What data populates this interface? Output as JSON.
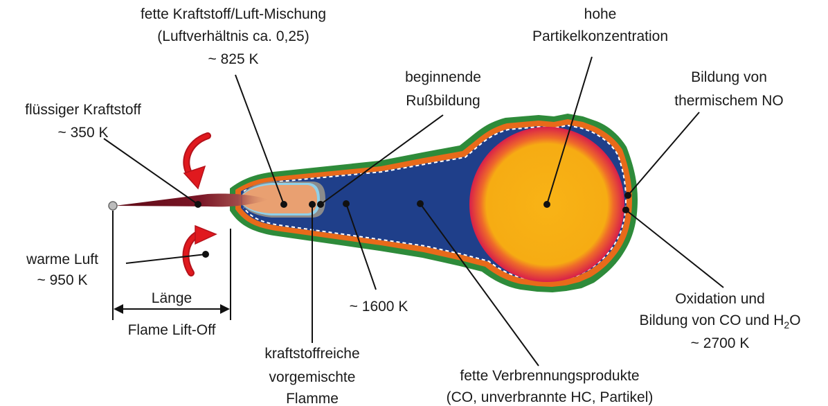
{
  "labels": {
    "fett_line1": "fette Kraftstoff/Luft-Mischung",
    "fett_line2": "(Luftverhältnis ca. 0,25)",
    "fett_line3": "~ 825 K",
    "hohe_line1": "hohe",
    "hohe_line2": "Partikelkonzentration",
    "russ_line1": "beginnende",
    "russ_line2": "Rußbildung",
    "no_line1": "Bildung von",
    "no_line2": "thermischem NO",
    "fluessig_line1": "flüssiger Kraftstoff",
    "fluessig_line2": "~ 350 K",
    "warm_line1": "warme Luft",
    "warm_line2": "~ 950 K",
    "laenge": "Länge",
    "lift_off": "Flame Lift-Off",
    "temp_1600": "~ 1600 K",
    "kraft_line1": "kraftstoffreiche",
    "kraft_line2": "vorgemischte",
    "kraft_line3": "Flamme",
    "prod_line1": "fette Verbrennungsprodukte",
    "prod_line2": "(CO, unverbrannte HC, Partikel)",
    "ox_line1": "Oxidation und",
    "ox_line2_a": "Bildung von CO und H",
    "ox_line2_sub": "2",
    "ox_line2_b": "O",
    "ox_line3": "~ 2700 K"
  },
  "colors": {
    "outer_green": "#2e8b3a",
    "orange_rim": "#e86a1a",
    "flame_blue": "#1f3f8a",
    "soot_red": "#d81f4a",
    "core_yellow": "#f6ac13",
    "fuel_dark": "#5e0a16",
    "premix_peach": "#e9a071",
    "premix_cyan": "#8fd0ea",
    "premix_grey": "#8b8b8b",
    "air_arrow_red": "#e0191e"
  }
}
